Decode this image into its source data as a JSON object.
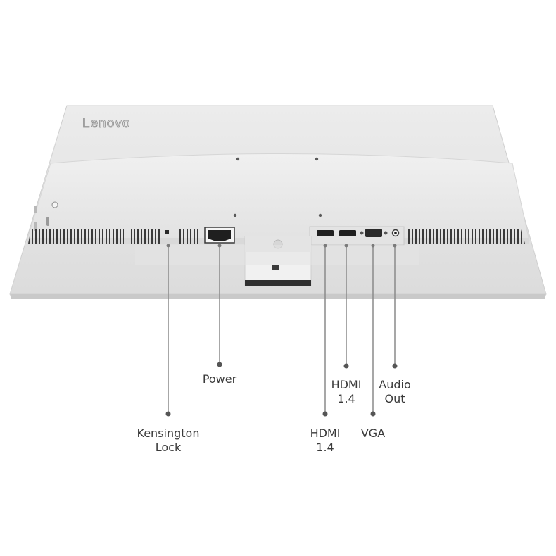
{
  "brand": {
    "logo_text": "Lenovo"
  },
  "colors": {
    "panel": "#e7e7e7",
    "panel_edge": "#d2d2d2",
    "housing": "#e9e9e9",
    "vent": "#3a3a3a",
    "port": "#2a2a2a",
    "callout_line": "#8a8a8a",
    "callout_dot": "#555555",
    "label_text": "#3a3a3a"
  },
  "callouts": [
    {
      "id": "kensington-lock",
      "lines": [
        "Kensington",
        "Lock"
      ]
    },
    {
      "id": "power",
      "lines": [
        "Power"
      ]
    },
    {
      "id": "hdmi-1",
      "lines": [
        "HDMI",
        "1.4"
      ]
    },
    {
      "id": "hdmi-2",
      "lines": [
        "HDMI",
        "1.4"
      ]
    },
    {
      "id": "vga",
      "lines": [
        "VGA"
      ]
    },
    {
      "id": "audio-out",
      "lines": [
        "Audio",
        "Out"
      ]
    }
  ]
}
